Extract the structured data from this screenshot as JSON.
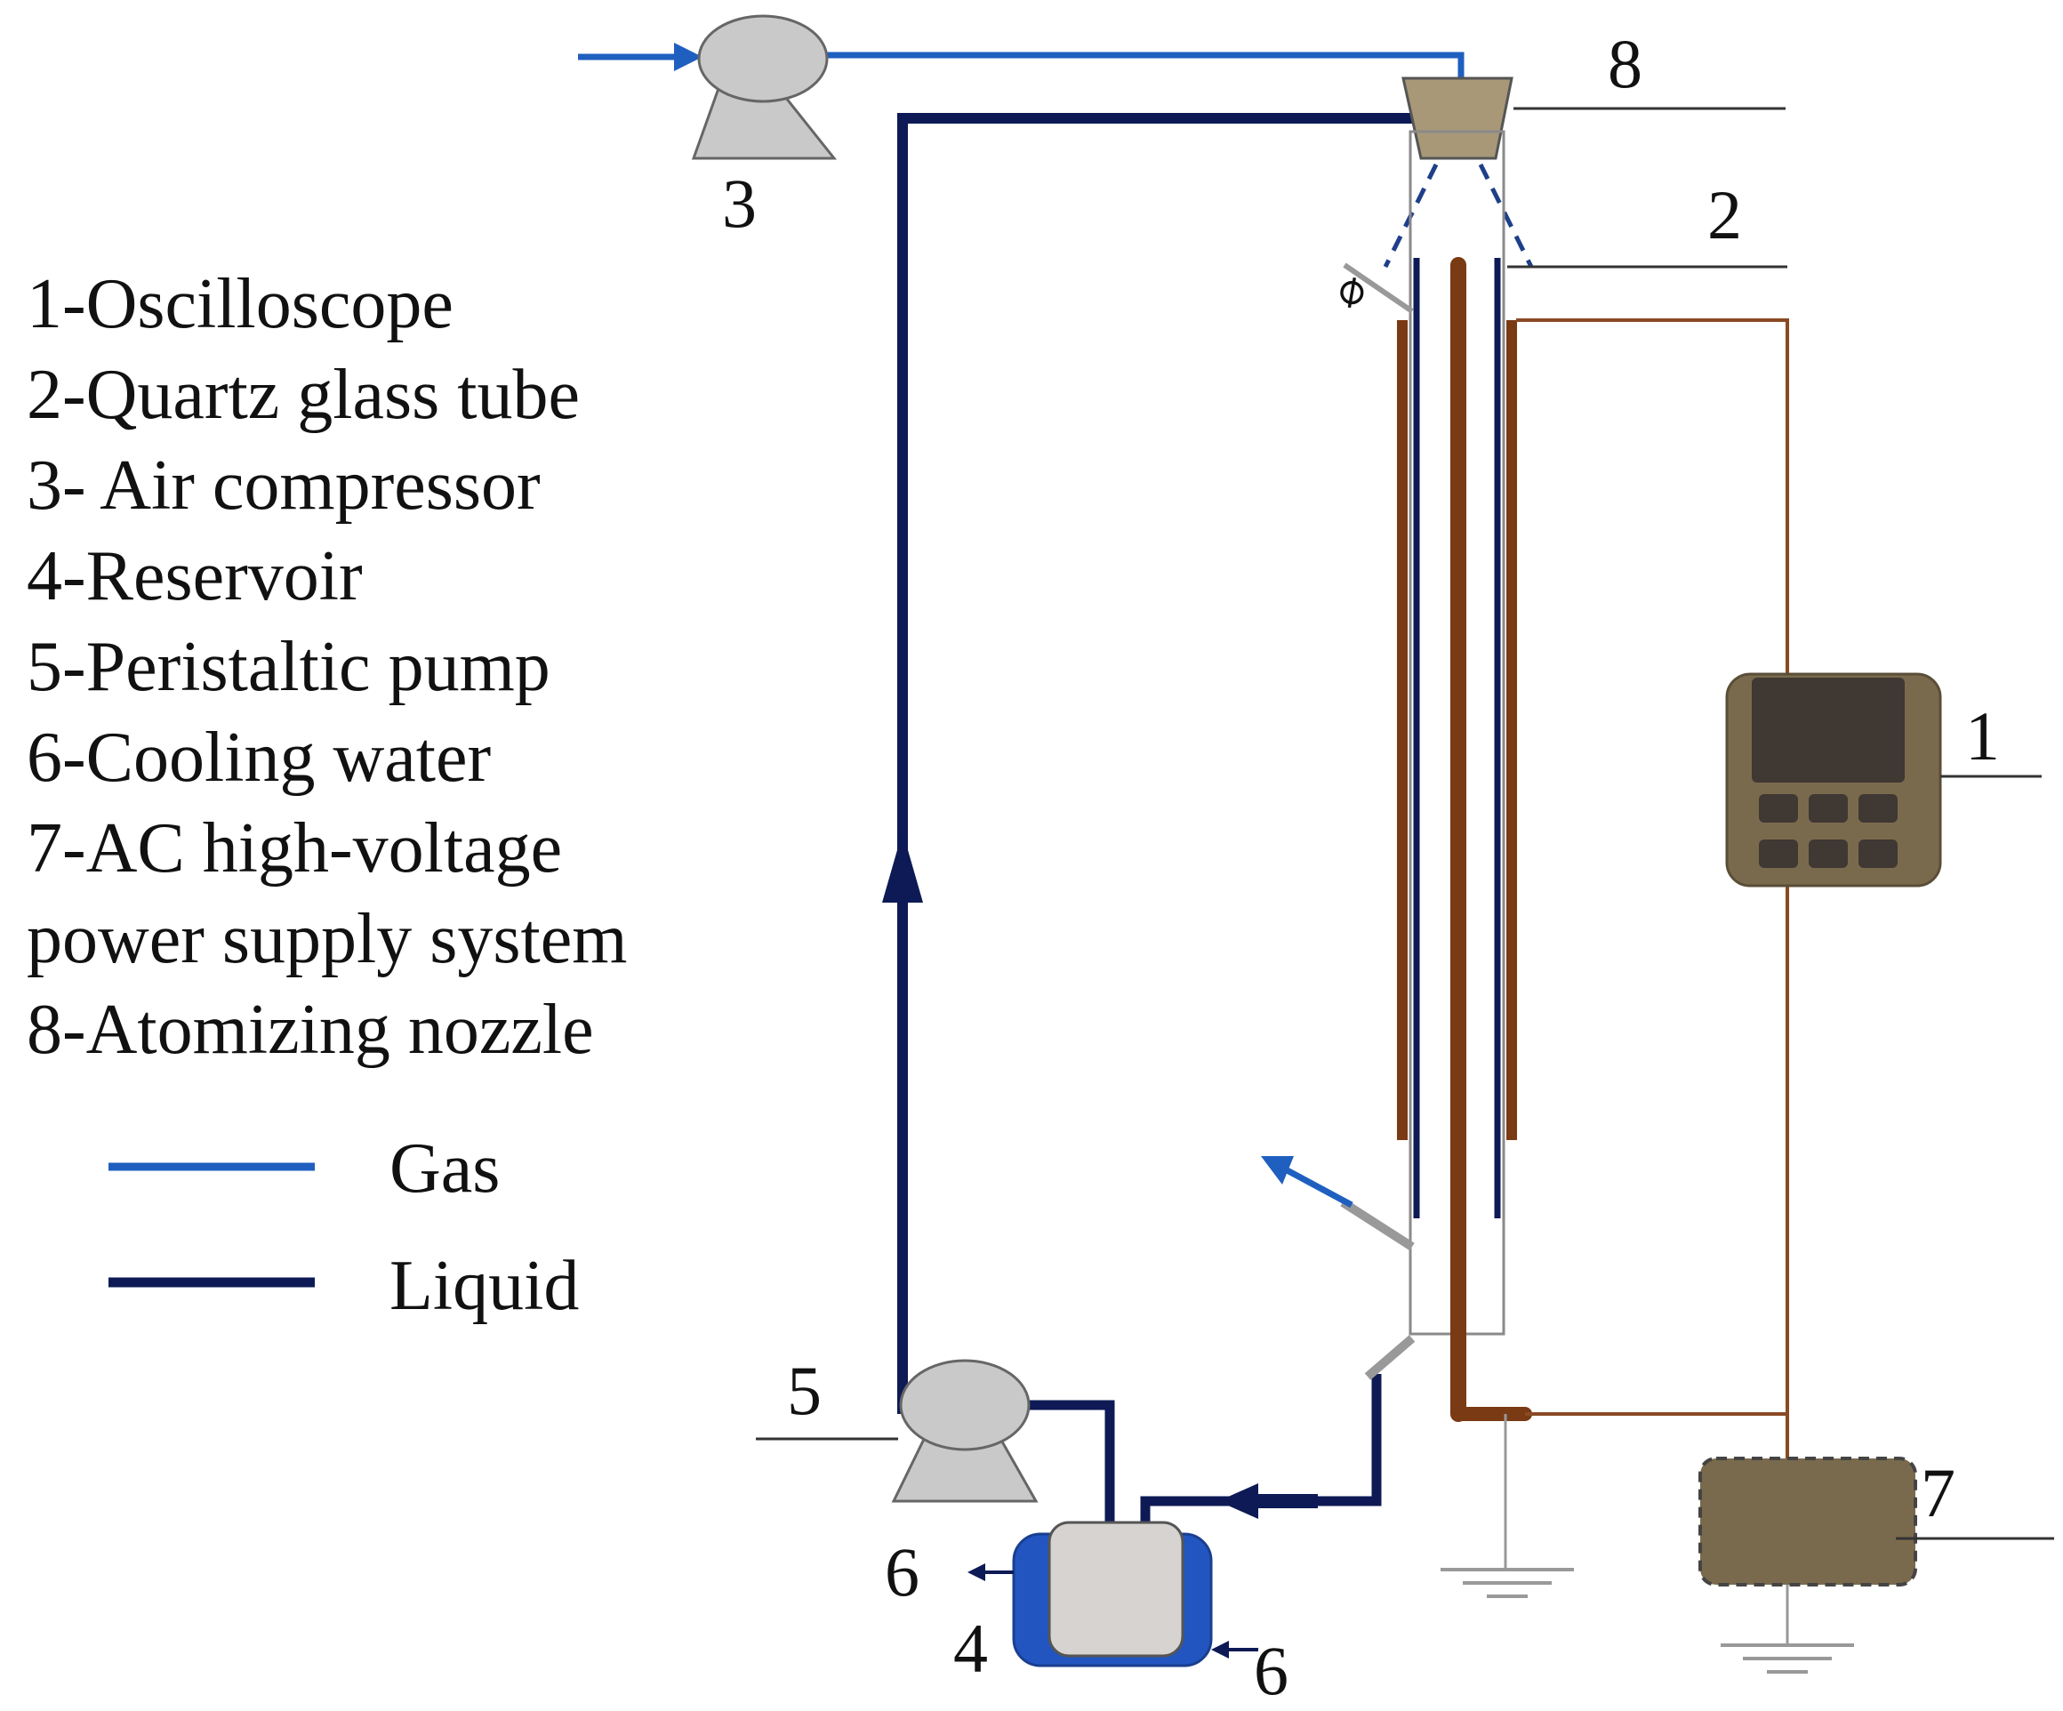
{
  "legend": {
    "items": [
      "1-Oscilloscope",
      "2-Quartz glass tube",
      "3- Air compressor",
      "4-Reservoir",
      "5-Peristaltic pump",
      "6-Cooling water",
      "7-AC high-voltage",
      "power supply system",
      "8-Atomizing nozzle"
    ],
    "gas_label": "Gas",
    "liquid_label": "Liquid"
  },
  "numbers": {
    "n1": "1",
    "n2": "2",
    "n3": "3",
    "n4": "4",
    "n5": "5",
    "n6_left": "6",
    "n6_right": "6",
    "n7": "7",
    "n8": "8"
  },
  "colors": {
    "gas": "#1f5fbf",
    "liquid": "#0d1a55",
    "electrode": "#7a3a14",
    "wire": "#8a4a24",
    "device_gray": "#c9c9c9",
    "oscilloscope_body": "#7a6a4d",
    "oscilloscope_screen": "#3f3833",
    "power_supply": "#7a6a4d",
    "nozzle": "#a89878",
    "cooling_jacket": "#2255c0"
  }
}
